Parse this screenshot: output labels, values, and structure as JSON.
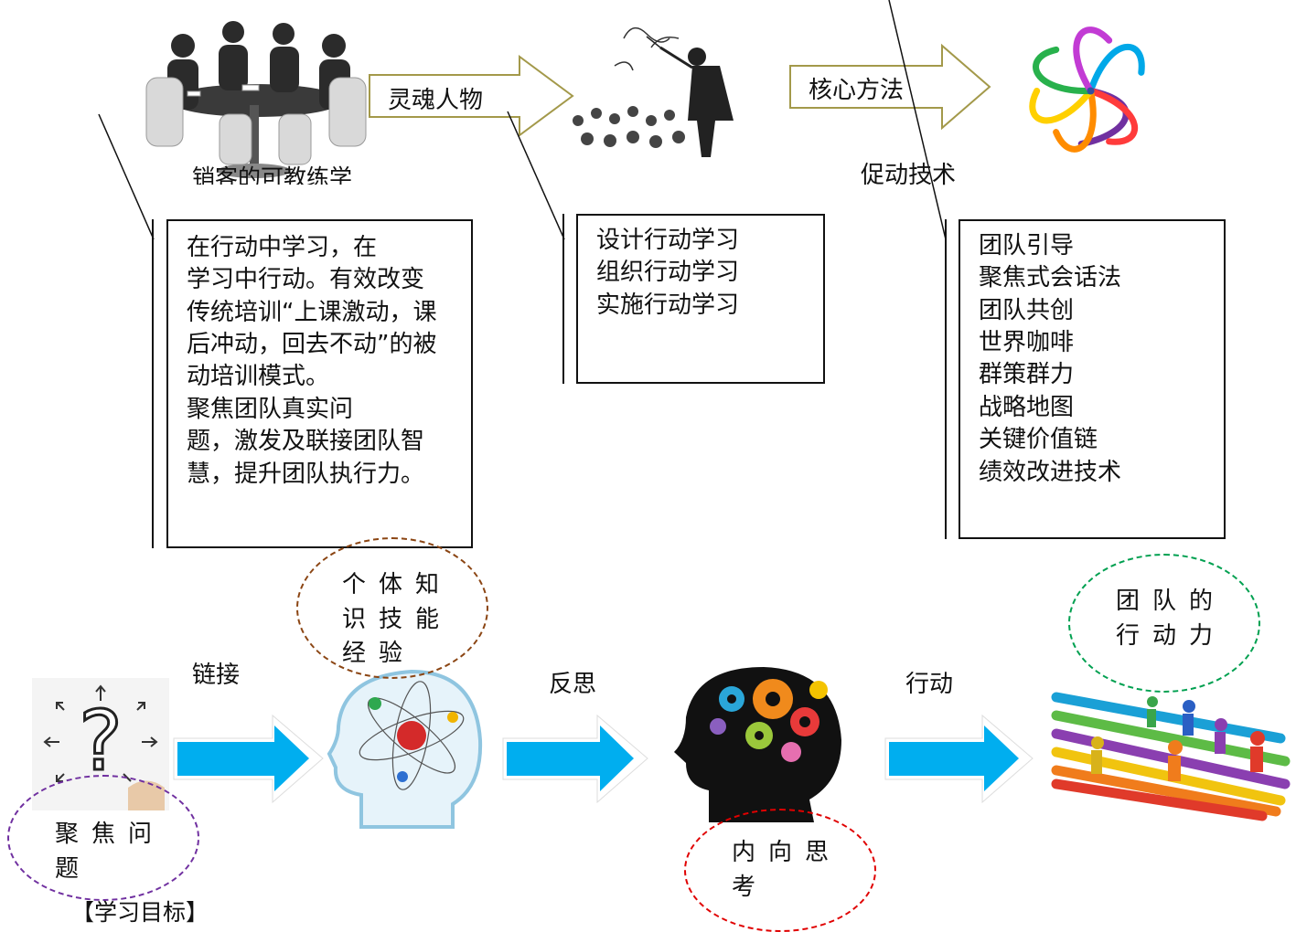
{
  "top": {
    "arrow1_label": "灵魂人物",
    "arrow2_label": "核心方法",
    "caption_left": "销客的可教练学",
    "caption_right": "促动技术"
  },
  "box_left": {
    "lines": [
      "在行动中学习，在",
      "学习中行动。有效改变",
      "传统培训“上课激动，课",
      "后冲动，回去不动”的被",
      "动培训模式。",
      "聚焦团队真实问",
      "题，激发及联接团队智",
      "慧，提升团队执行力。"
    ]
  },
  "box_mid": {
    "lines": [
      "设计行动学习",
      "组织行动学习",
      "实施行动学习"
    ]
  },
  "box_right": {
    "lines": [
      "团队引导",
      "聚焦式会话法",
      "团队共创",
      "世界咖啡",
      "群策群力",
      "战略地图",
      "关键价值链",
      "绩效改进技术"
    ]
  },
  "bottom": {
    "label_link": "链接",
    "label_reflect": "反思",
    "label_action": "行动",
    "ellipse_focus": [
      "聚焦问",
      "题"
    ],
    "ellipse_knowledge": [
      "个体知",
      "识技能",
      "经验"
    ],
    "ellipse_think": [
      "内向思",
      "考"
    ],
    "ellipse_team": [
      "团队的",
      "行动力"
    ],
    "footer": "【学习目标】"
  },
  "colors": {
    "arrow_blue": "#00aeef",
    "ellipse_purple": "#7030a0",
    "ellipse_brown": "#8b4513",
    "ellipse_red": "#e00000",
    "ellipse_green": "#00a050"
  }
}
